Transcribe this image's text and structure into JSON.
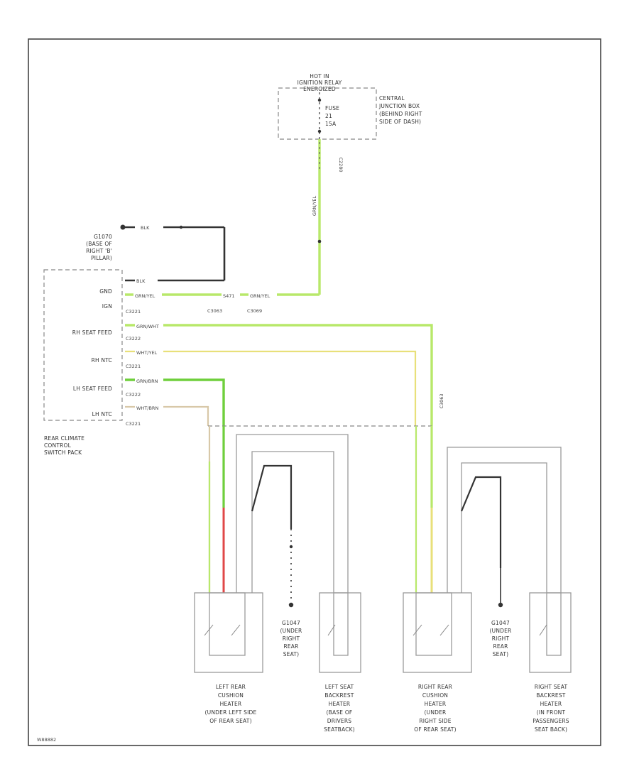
{
  "colors": {
    "green": "#b8e86a",
    "dark_green": "#6fcf3c",
    "yellow": "#e8e07a",
    "tan": "#d8c8a8",
    "red": "#e04848",
    "black": "#333333",
    "grey": "#9a9a9a"
  },
  "top_block": {
    "title_lines": [
      "HOT IN",
      "IGNITION RELAY",
      "ENERGIZED"
    ],
    "fuse_lines": [
      "FUSE",
      "21",
      "15A"
    ],
    "location_lines": [
      "CENTRAL",
      "JUNCTION BOX",
      "(BEHIND RIGHT",
      "SIDE OF DASH)"
    ],
    "connector": "C2280"
  },
  "ground_top": {
    "lines": [
      "G1070",
      "(BASE OF",
      "RIGHT 'B'",
      "PILLAR)"
    ],
    "wire": "BLK"
  },
  "module": {
    "pins": [
      "GND",
      "IGN",
      "RH SEAT FEED",
      "RH NTC",
      "LH SEAT FEED",
      "LH NTC"
    ],
    "connectors": [
      "C3221",
      "C3222",
      "C3221",
      "C3222",
      "C3221"
    ],
    "name_lines": [
      "REAR CLIMATE",
      "CONTROL",
      "SWITCH PACK"
    ]
  },
  "wires": {
    "gnd": "BLK",
    "ign": "GRN/YEL",
    "splice": "S471",
    "ign_right": "GRN/YEL",
    "rh_feed": "GRN/WHT",
    "rh_ntc": "WHT/YEL",
    "lh_feed": "GRN/BRN",
    "lh_ntc": "WHT/BRN",
    "conn_c3063": "C3063",
    "conn_c3069": "C3069",
    "conn_c3063_b": "C3063"
  },
  "components": [
    {
      "lines": [
        "LEFT REAR",
        "CUSHION",
        "HEATER",
        "(UNDER LEFT SIDE",
        "OF REAR SEAT)"
      ]
    },
    {
      "lines": [
        "LEFT SEAT",
        "BACKREST",
        "HEATER",
        "(BASE OF",
        "DRIVERS",
        "SEATBACK)"
      ]
    },
    {
      "lines": [
        "RIGHT REAR",
        "CUSHION",
        "HEATER",
        "(UNDER",
        "RIGHT SIDE",
        "OF REAR SEAT)"
      ]
    },
    {
      "lines": [
        "RIGHT SEAT",
        "BACKREST",
        "HEATER",
        "(IN FRONT",
        "PASSENGERS",
        "SEAT BACK)"
      ]
    }
  ],
  "grounds_bottom": [
    {
      "lines": [
        "G1047",
        "(UNDER",
        "RIGHT",
        "REAR",
        "SEAT)"
      ]
    },
    {
      "lines": [
        "G1047",
        "(UNDER",
        "RIGHT",
        "REAR",
        "SEAT)"
      ]
    }
  ],
  "footer_code": "W88882"
}
